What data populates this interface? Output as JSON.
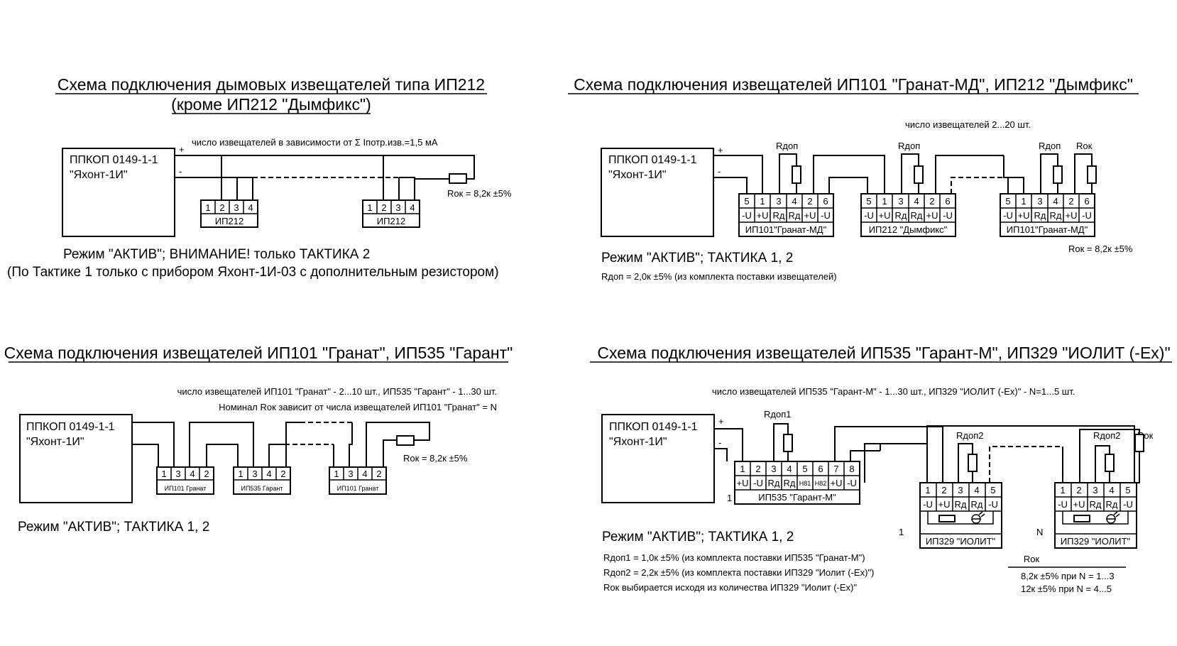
{
  "panel_name_1": "ППКОП 0149-1-1",
  "panel_name_2": "\"Яхонт-1И\"",
  "plus": "+",
  "minus": "-",
  "rok_value": "Rок = 8,2к ±5%",
  "diagram1": {
    "title_line1": "Схема подключения дымовых извещателей типа ИП212",
    "title_line2": "(кроме ИП212 \"Дымфикс\")",
    "count_note": "число извещателей в зависимости от Σ Iпотр.изв.=1,5 мА",
    "detector_label": "ИП212",
    "terminals": [
      "1",
      "2",
      "3",
      "4"
    ],
    "mode": "Режим \"АКТИВ\"; ВНИМАНИЕ! только ТАКТИКА 2",
    "mode_note": "(По Тактике 1 только с прибором Яхонт-1И-03 с дополнительным резистором)"
  },
  "diagram2": {
    "title": "Схема подключения извещателей ИП101 \"Гранат-МД\", ИП212 \"Дымфикс\"",
    "count_note": "число извещателей 2...20 шт.",
    "rdop": "Rдоп",
    "rok": "Rок",
    "terminals": [
      "5",
      "1",
      "3",
      "4",
      "2",
      "6"
    ],
    "terminal_labels": [
      "-U",
      "+U",
      "Rд",
      "Rд",
      "+U",
      "-U"
    ],
    "detector1": "ИП101\"Гранат-МД\"",
    "detector2": "ИП212 \"Дымфикс\"",
    "detector3": "ИП101\"Гранат-МД\"",
    "mode": "Режим \"АКТИВ\"; ТАКТИКА 1, 2",
    "rdop_note": "Rдоп  = 2,0к ±5% (из комплекта поставки извещателей)"
  },
  "diagram3": {
    "title": "Схема подключения извещателей ИП101 \"Гранат\", ИП535 \"Гарант\"",
    "count_note": "число извещателей ИП101 \"Гранат\" - 2...10 шт., ИП535 \"Гарант\" - 1...30 шт.",
    "rok_note": "Номинал Rок зависит от числа извещателей ИП101 \"Гранат\" = N",
    "terminals": [
      "1",
      "3",
      "4",
      "2"
    ],
    "detector1": "ИП101 Гранат",
    "detector2": "ИП535 Гарант",
    "detector3": "ИП101 Гранат",
    "mode": "Режим \"АКТИВ\"; ТАКТИКА 1, 2"
  },
  "diagram4": {
    "title": "Схема подключения извещателей ИП535 \"Гарант-М\", ИП329 \"ИОЛИТ (-Ex)\"",
    "count_note": "число извещателей ИП535 \"Гарант-М\" - 1...30 шт., ИП329 \"ИОЛИТ (-Ex)\" - N=1...5 шт.",
    "rdop1": "Rдоп1",
    "rdop2": "Rдоп2",
    "rok": "Rок",
    "garant_terminals": [
      "1",
      "2",
      "3",
      "4",
      "5",
      "6",
      "7",
      "8"
    ],
    "garant_labels": [
      "+U",
      "-U",
      "Rд",
      "Rд",
      "H81",
      "H82",
      "+U",
      "-U"
    ],
    "garant_name": "ИП535 \"Гарант-М\"",
    "iolit_terminals": [
      "1",
      "2",
      "3",
      "4",
      "5"
    ],
    "iolit_labels": [
      "-U",
      "+U",
      "Rд",
      "Rд",
      "-U"
    ],
    "iolit_name": "ИП329 \"ИОЛИТ\"",
    "index_1": "1",
    "index_n": "N",
    "mode": "Режим \"АКТИВ\"; ТАКТИКА 1, 2",
    "note1": "Rдоп1 = 1,0к ±5%  (из комплекта поставки ИП535 \"Гранат-М\")",
    "note2": "Rдоп2 = 2,2к ±5%  (из комплекта поставки ИП329 \"Иолит (-Ex)\")",
    "note3": "Rок  выбирается исходя из количества ИП329 \"Иолит (-Ex)\"",
    "rok_table_head": "Rок",
    "rok_row1": "8,2к ±5%  при N = 1...3",
    "rok_row2": "12к ±5%  при N = 4...5"
  }
}
